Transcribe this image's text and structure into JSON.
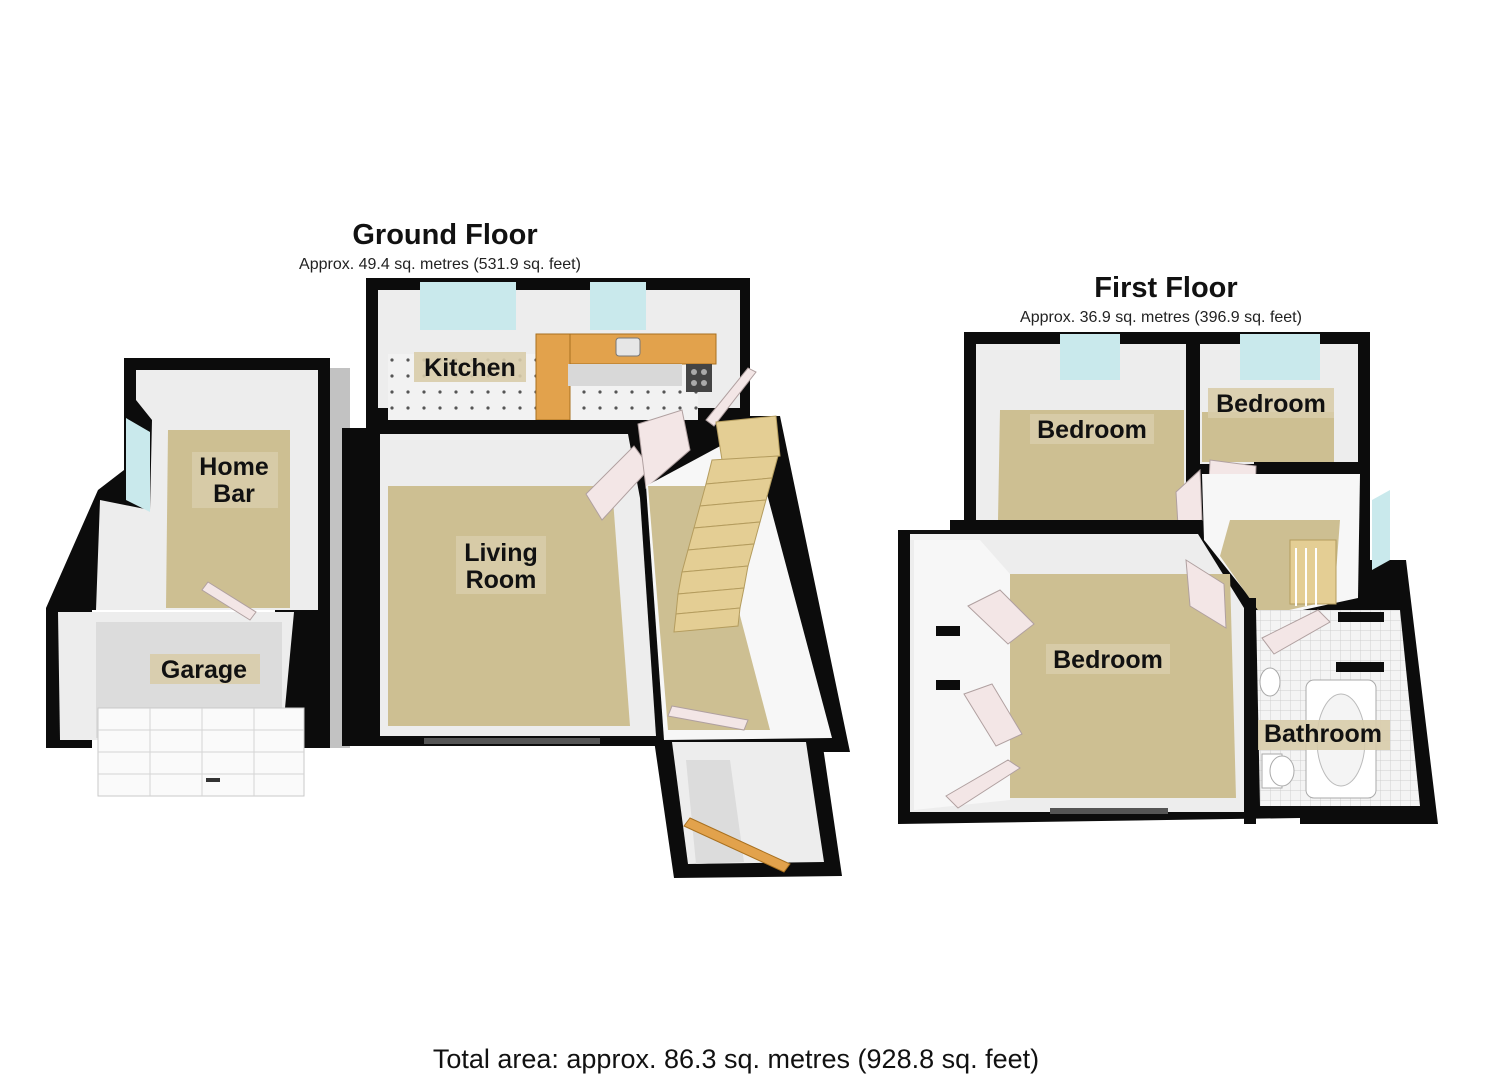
{
  "ground_floor": {
    "title": "Ground Floor",
    "area": "Approx. 49.4 sq. metres (531.9 sq. feet)",
    "rooms": {
      "home_bar": [
        "Home",
        "Bar"
      ],
      "garage": "Garage",
      "kitchen": "Kitchen",
      "living_room": [
        "Living",
        "Room"
      ]
    }
  },
  "first_floor": {
    "title": "First Floor",
    "area": "Approx. 36.9 sq. metres (396.9 sq. feet)",
    "rooms": {
      "bedroom_1": "Bedroom",
      "bedroom_2": "Bedroom",
      "bedroom_3": "Bedroom",
      "bathroom": "Bathroom"
    }
  },
  "total_area": "Total area: approx. 86.3 sq. metres (928.8 sq. feet)",
  "colors": {
    "wall": "#0c0c0c",
    "carpet": "#cdbf92",
    "window": "#c9e9ec",
    "worktop": "#e2a24c"
  }
}
